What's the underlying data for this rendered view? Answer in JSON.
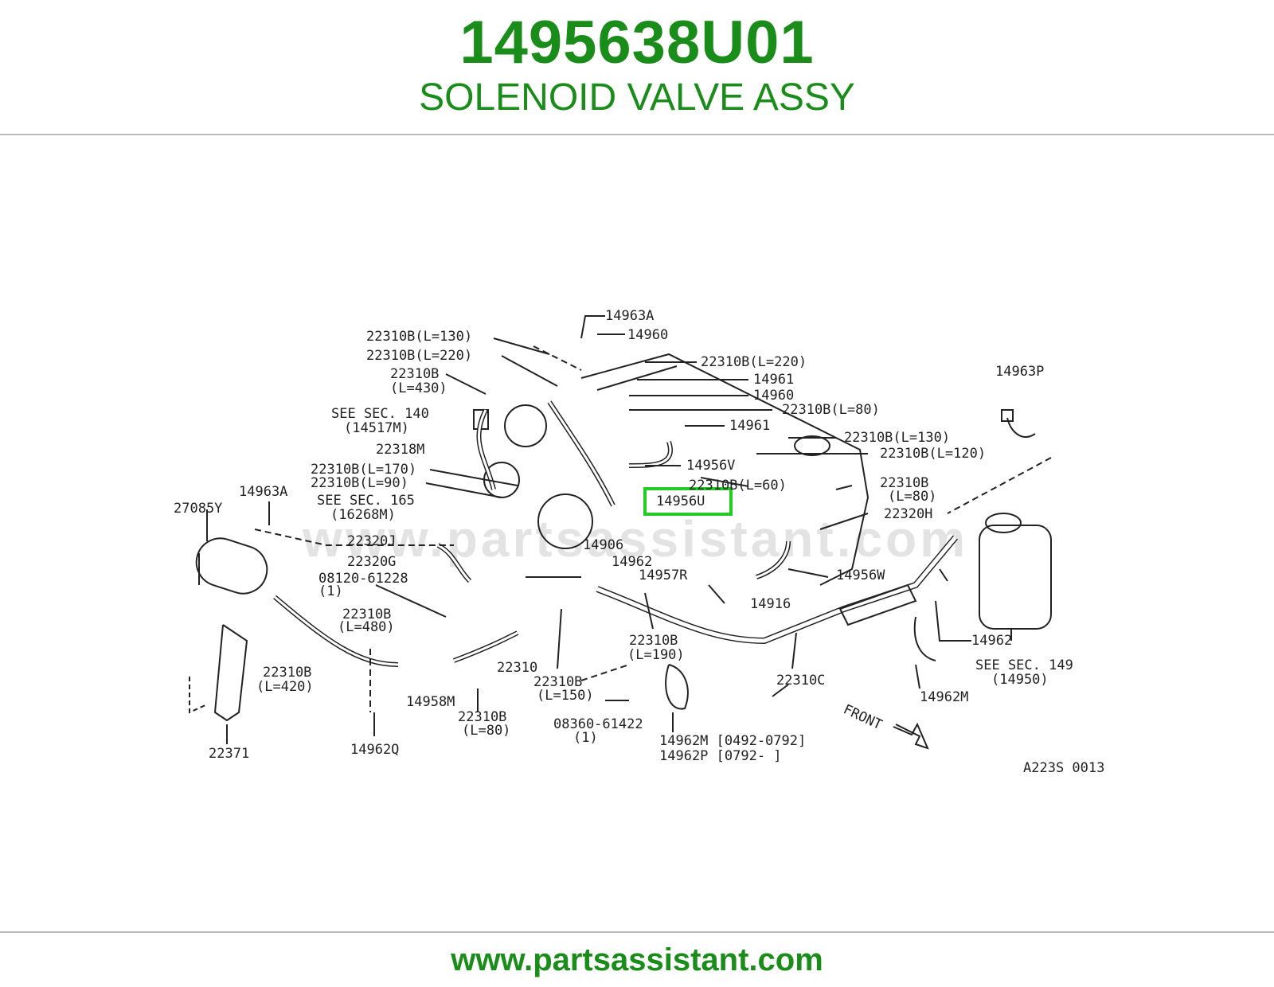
{
  "header": {
    "part_number": "1495638U01",
    "part_name": "SOLENOID VALVE ASSY"
  },
  "diagram": {
    "watermark": "www.partsassistant.com",
    "code": "A223S 0013",
    "front_label": "FRONT",
    "highlight_color": "#22cc22",
    "highlighted_label": "14956U",
    "labels": [
      "14963A",
      "14960",
      "22310B(L=130)",
      "22310B(L=220)",
      "22310B(L=220)",
      "22310B",
      "(L=430)",
      "14961",
      "14960",
      "14963P",
      "SEE SEC. 140",
      "(14517M)",
      "22310B(L=80)",
      "14961",
      "22318M",
      "22310B(L=130)",
      "22310B(L=120)",
      "14956V",
      "22310B(L=170)",
      "22310B(L=90)",
      "22310B(L=60)",
      "14963A",
      "SEE SEC. 165",
      "(16268M)",
      "22310B",
      "(L=80)",
      "27085Y",
      "22320H",
      "22320J",
      "14906",
      "22320G",
      "14962",
      "14957R",
      "14956W",
      "08120-61228",
      "(1)",
      "14916",
      "22310B",
      "(L=480)",
      "14962",
      "22310B",
      "(L=190)",
      "SEE SEC. 149",
      "(14950)",
      "22310B",
      "(L=420)",
      "22310",
      "22310C",
      "14958M",
      "22310B",
      "(L=150)",
      "14962M",
      "22310B",
      "(L=80)",
      "08360-61422",
      "(1)",
      "14962Q",
      "14962M [0492-0792]",
      "14962P [0792-   ]",
      "22371"
    ]
  },
  "footer": {
    "url": "www.partsassistant.com"
  }
}
